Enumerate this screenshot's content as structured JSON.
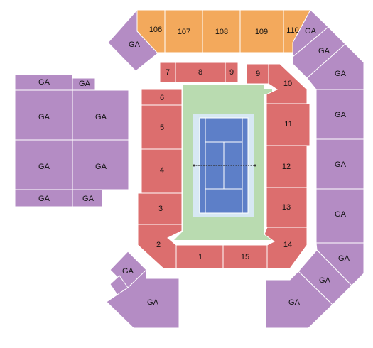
{
  "colors": {
    "general_admission": "#b48cc4",
    "lower_sections": "#dc6e6e",
    "upper_sections": "#f3a95c",
    "court_surround": "#b9dbb0",
    "court_outer": "#d7e8f3",
    "court_playing": "#5d7fc8"
  },
  "upper_sections": {
    "s106": "106",
    "s107": "107",
    "s108": "108",
    "s109": "109",
    "s110": "110"
  },
  "lower_sections": {
    "s1": "1",
    "s2": "2",
    "s3": "3",
    "s4": "4",
    "s5": "5",
    "s6": "6",
    "s7": "7",
    "s8": "8",
    "s9a": "9",
    "s9b": "9",
    "s10": "10",
    "s11": "11",
    "s12": "12",
    "s13": "13",
    "s14": "14",
    "s15": "15"
  },
  "ga_label": "GA"
}
